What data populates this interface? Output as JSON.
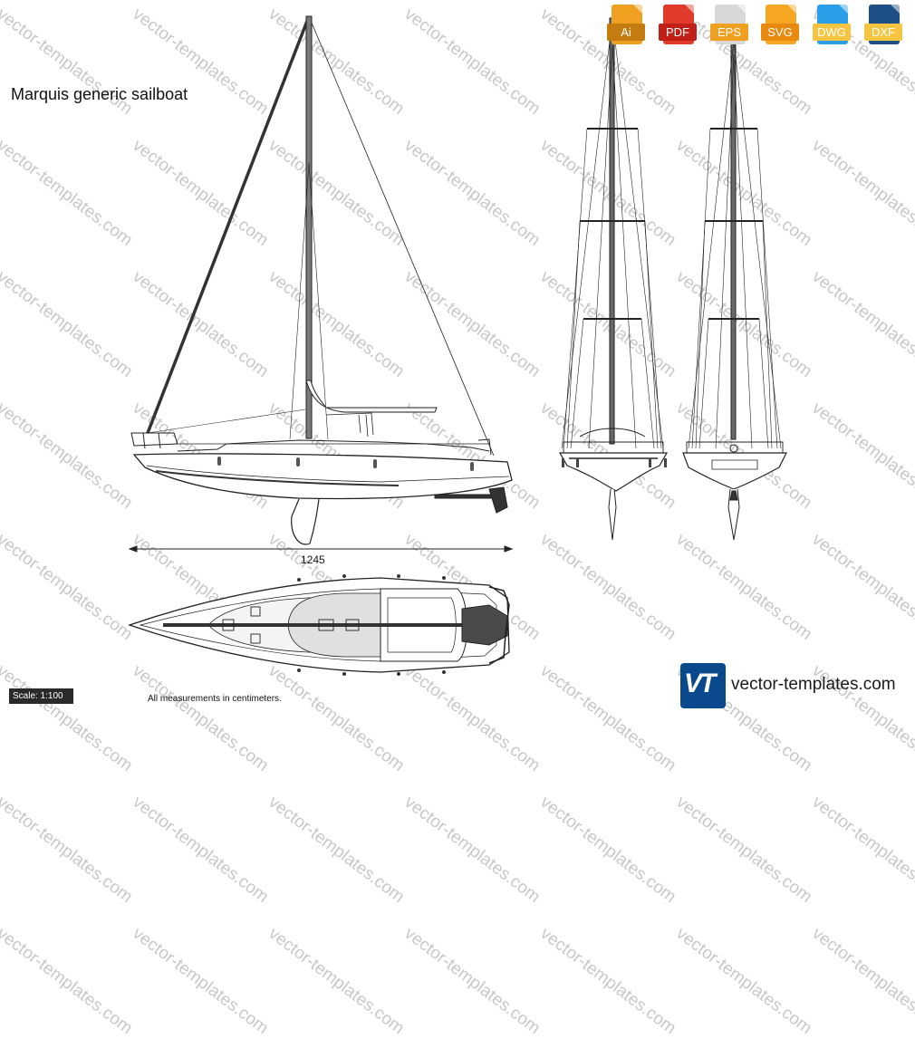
{
  "title": "Marquis generic sailboat",
  "dimension_label": "1245",
  "scale_text": "Scale: 1:100",
  "note_text": "All measurements in centimeters.",
  "watermark_text": "vector-templates.com",
  "formats": [
    {
      "label": "Ai",
      "color": "#f0a020",
      "band": "#c47c10"
    },
    {
      "label": "PDF",
      "color": "#e03a2a",
      "band": "#c02018"
    },
    {
      "label": "EPS",
      "color": "#d8d8d8",
      "band": "#f0a020"
    },
    {
      "label": "SVG",
      "color": "#f5a623",
      "band": "#e88a10"
    },
    {
      "label": "DWG",
      "color": "#2a9ee8",
      "band": "#f5c542"
    },
    {
      "label": "DXF",
      "color": "#1e4f86",
      "band": "#f5c542"
    }
  ],
  "brand": {
    "logo_text": "VT",
    "name": "vector-templates.com"
  }
}
